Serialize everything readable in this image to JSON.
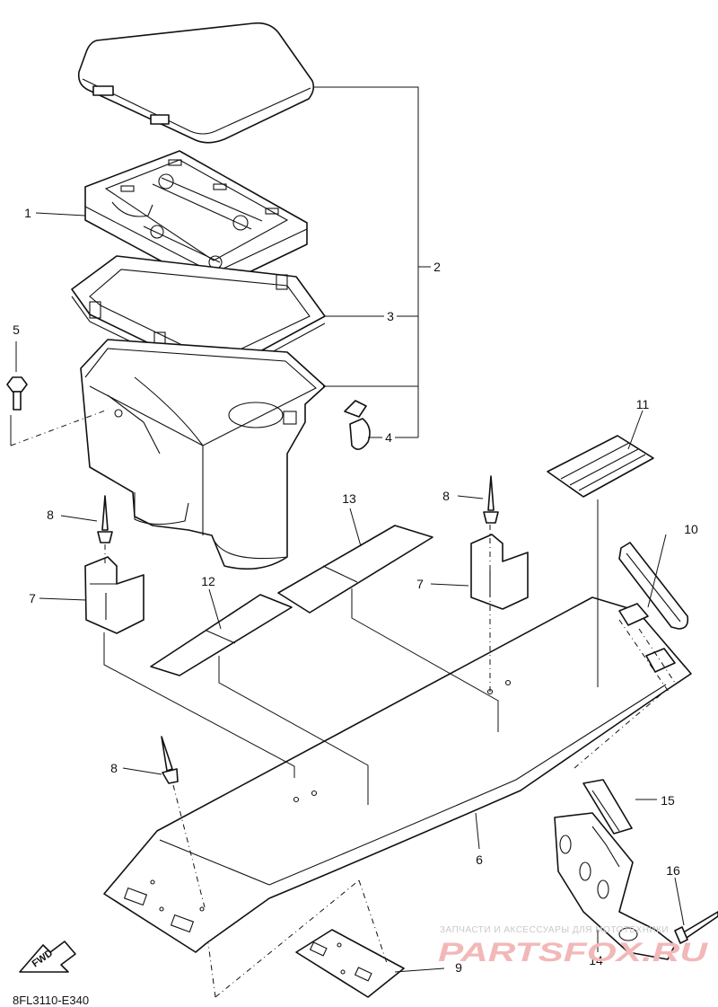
{
  "diagram": {
    "code": "8FL3110-E340",
    "fwd_label": "FWD",
    "watermark_line": "ЗАПЧАСТИ И АКСЕССУАРЫ ДЛЯ МОТОТЕХНИКИ",
    "watermark_brand": "PARTSFOX.RU"
  },
  "callouts": [
    {
      "id": "c1",
      "label": "1"
    },
    {
      "id": "c2",
      "label": "2"
    },
    {
      "id": "c3",
      "label": "3"
    },
    {
      "id": "c4",
      "label": "4"
    },
    {
      "id": "c5",
      "label": "5"
    },
    {
      "id": "c6",
      "label": "6"
    },
    {
      "id": "c7a",
      "label": "7"
    },
    {
      "id": "c7b",
      "label": "7"
    },
    {
      "id": "c8a",
      "label": "8"
    },
    {
      "id": "c8b",
      "label": "8"
    },
    {
      "id": "c8c",
      "label": "8"
    },
    {
      "id": "c9",
      "label": "9"
    },
    {
      "id": "c10",
      "label": "10"
    },
    {
      "id": "c11",
      "label": "11"
    },
    {
      "id": "c12",
      "label": "12"
    },
    {
      "id": "c13",
      "label": "13"
    },
    {
      "id": "c14",
      "label": "14"
    },
    {
      "id": "c15",
      "label": "15"
    },
    {
      "id": "c16",
      "label": "16"
    }
  ]
}
